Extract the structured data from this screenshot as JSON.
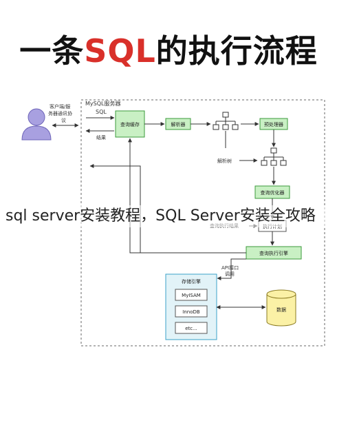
{
  "title": {
    "prefix": "一条",
    "highlight": "SQL",
    "suffix": "的执行流程",
    "highlight_color": "#d9302a"
  },
  "client": {
    "label_line1": "客户端/服",
    "label_line2": "务器通讯协",
    "label_line3": "议",
    "icon": "user-icon"
  },
  "server_box_label": "MySQL服务器",
  "arrows": {
    "sql": "SQL",
    "result": "结果",
    "parse_tree": "解析树",
    "exec_result": "查询执行结果",
    "api_line1": "API接口",
    "api_line2": "调用"
  },
  "nodes": {
    "query_cache": "查询缓存",
    "parser": "解析器",
    "preprocessor": "预处理器",
    "optimizer": "查询优化器",
    "exec_plan": "执行计划",
    "exec_engine": "查询执行引擎",
    "storage_engine": "存储引擎",
    "myisam": "MyISAM",
    "innodb": "InnoDB",
    "etc": "etc...",
    "data": "数据"
  },
  "colors": {
    "node_green_fill": "#c9f0c4",
    "node_green_border": "#3b9a3b",
    "storage_fill": "#e2f3f8",
    "storage_border": "#3aa0c8",
    "data_fill": "#fbf1a6",
    "data_border": "#8a7a20"
  },
  "caption": "sql server安装教程，SQL Server安装全攻略"
}
